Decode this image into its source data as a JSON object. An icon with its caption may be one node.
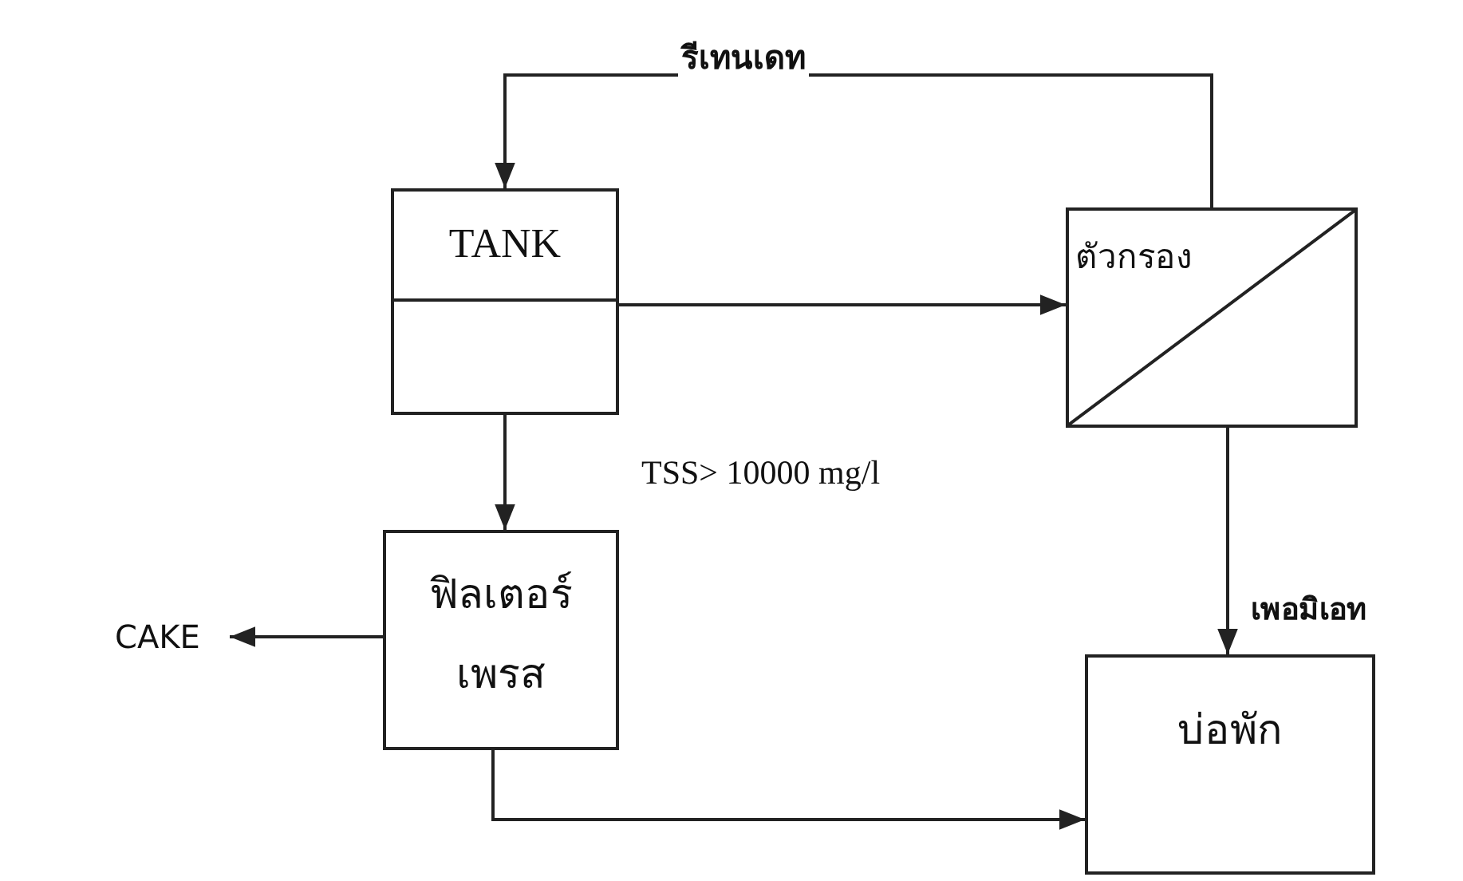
{
  "diagram": {
    "nodes": [
      {
        "text": [
          "TANK"
        ]
      },
      {
        "text": [
          "ตัวกรอง"
        ]
      },
      {
        "text": [
          "ฟิลเตอร์ เพรส"
        ]
      },
      {
        "text": [
          "CAKE"
        ]
      },
      {
        "text": [
          "บ่อพัก"
        ]
      }
    ],
    "edges": [
      {
        "from": 1,
        "to": 0,
        "arrow": "to",
        "label": "รีเทนเดท"
      },
      {
        "from": 0,
        "to": 1,
        "arrow": "to"
      },
      {
        "from": 0,
        "to": 2,
        "arrow": "to",
        "label": "TSS> 10000 mg/l"
      },
      {
        "from": 1,
        "to": 4,
        "arrow": "to",
        "label": "เพอมิเอท"
      },
      {
        "from": 2,
        "to": 3,
        "arrow": "to"
      },
      {
        "from": 2,
        "to": 4,
        "arrow": "to"
      }
    ]
  }
}
